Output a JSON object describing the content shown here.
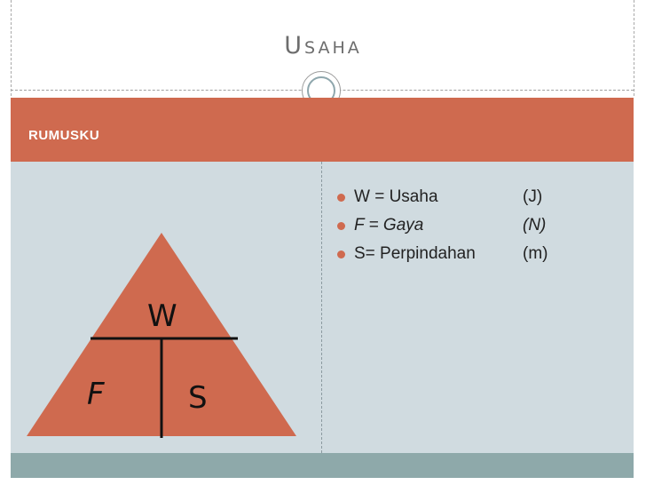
{
  "slide": {
    "title": "Usaha",
    "section_label": "RUMUSKU",
    "bullets": [
      {
        "text": "W = Usaha",
        "unit": "(J)",
        "italic": false
      },
      {
        "text": "F = Gaya",
        "unit": "(N)",
        "italic": true
      },
      {
        "text": "S= Perpindahan",
        "unit": "(m)",
        "italic": false
      }
    ],
    "triangle": {
      "top": "W",
      "bottom_left": "F",
      "bottom_right": "S"
    }
  },
  "colors": {
    "accent": "#cf6a4f",
    "content_bg": "#d0dbe0",
    "footer": "#8ea9aa"
  }
}
